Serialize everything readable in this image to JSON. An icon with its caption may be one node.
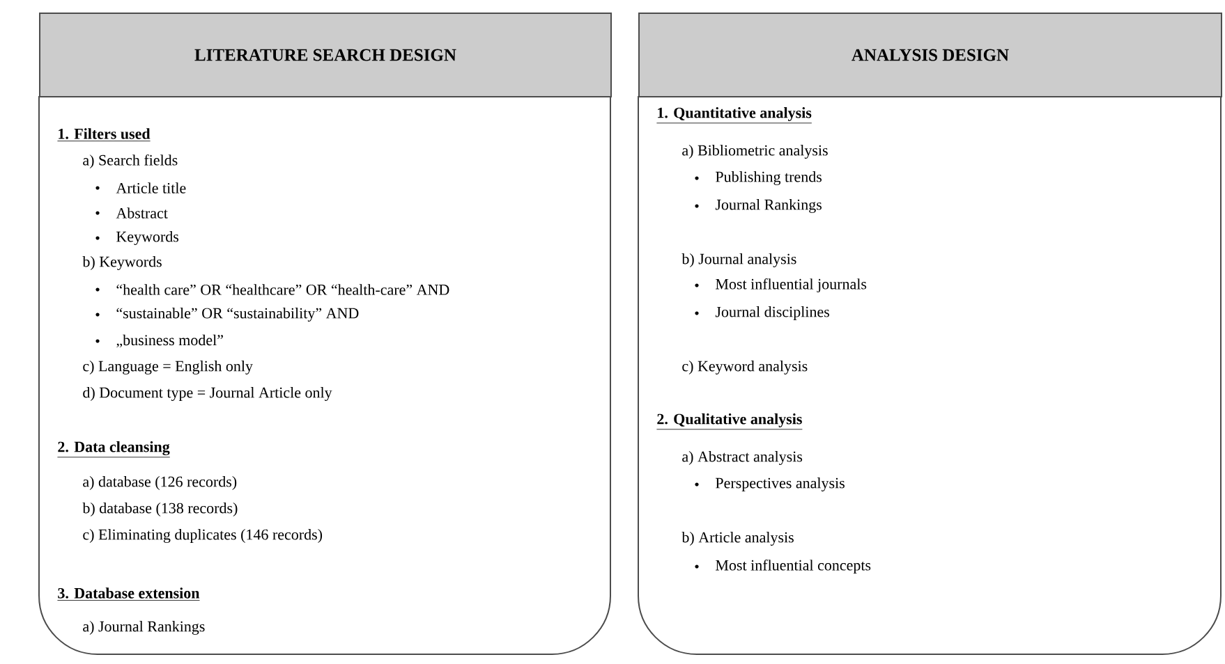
{
  "diagram": {
    "nodes": [
      {
        "text": [
          "LITERATURE SEARCH DESIGN"
        ]
      },
      {
        "text": [
          "1. Filters used",
          "a) Search fields",
          "Article title",
          "Abstract",
          "Keywords",
          "b) Keywords",
          "“health care” OR “healthcare” OR “health-care” AND",
          "“sustainable” OR “sustainability” AND",
          "„business model”",
          "c) Language = English only",
          "d) Document type = Journal Article only",
          "2. Data cleansing",
          "a) database (126 records)",
          "b) database (138 records)",
          "c) Eliminating duplicates (146 records)",
          "3. Database extension",
          "a) Journal Rankings"
        ]
      },
      {
        "text": [
          "ANALYSIS DESIGN"
        ]
      },
      {
        "text": [
          "1. Quantitative analysis",
          "a) Bibliometric analysis",
          "Publishing trends",
          "Journal Rankings",
          "b) Journal analysis",
          "Most influential journals",
          "Journal disciplines",
          "c) Keyword analysis",
          "2. Qualitative analysis",
          "a) Abstract analysis",
          "Perspectives analysis",
          "b) Article analysis",
          "Most influential concepts"
        ]
      }
    ]
  }
}
